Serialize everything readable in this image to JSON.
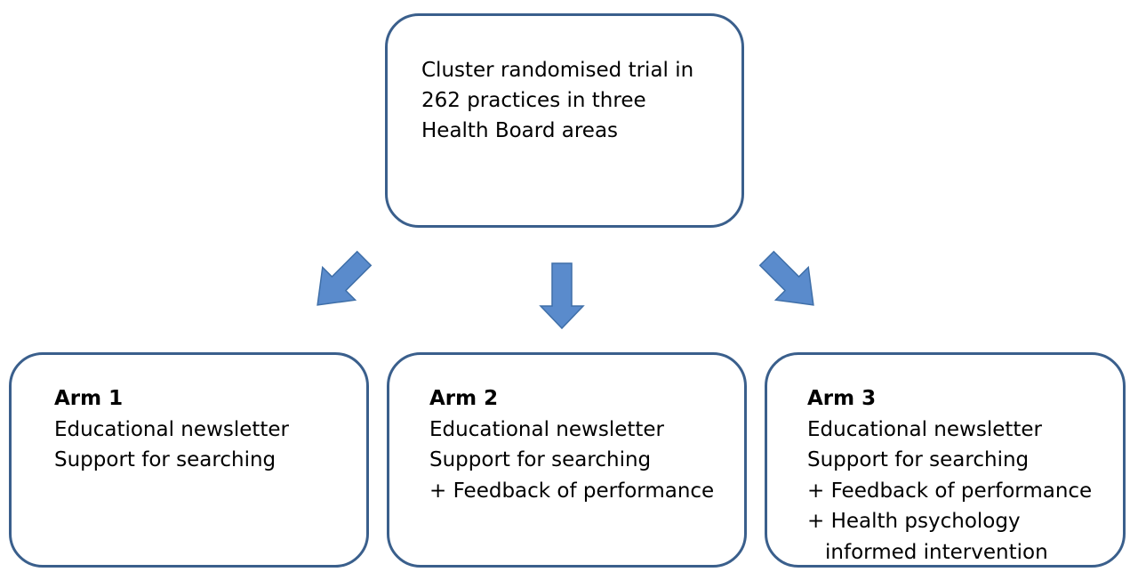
{
  "top_box": {
    "lines": [
      "Cluster randomised trial in",
      "262 practices in three",
      "Health Board areas"
    ]
  },
  "arms": [
    {
      "title": "Arm 1",
      "lines": [
        "Educational newsletter",
        "Support for searching"
      ]
    },
    {
      "title": "Arm 2",
      "lines": [
        "Educational newsletter",
        "Support for searching",
        "+ Feedback of performance"
      ]
    },
    {
      "title": "Arm 3",
      "lines": [
        "Educational newsletter",
        "Support for searching",
        "+ Feedback of performance",
        "+ Health psychology",
        "informed intervention"
      ]
    }
  ],
  "colors": {
    "box_border": "#3a5f8c",
    "arrow_fill": "#5a8bcc"
  }
}
